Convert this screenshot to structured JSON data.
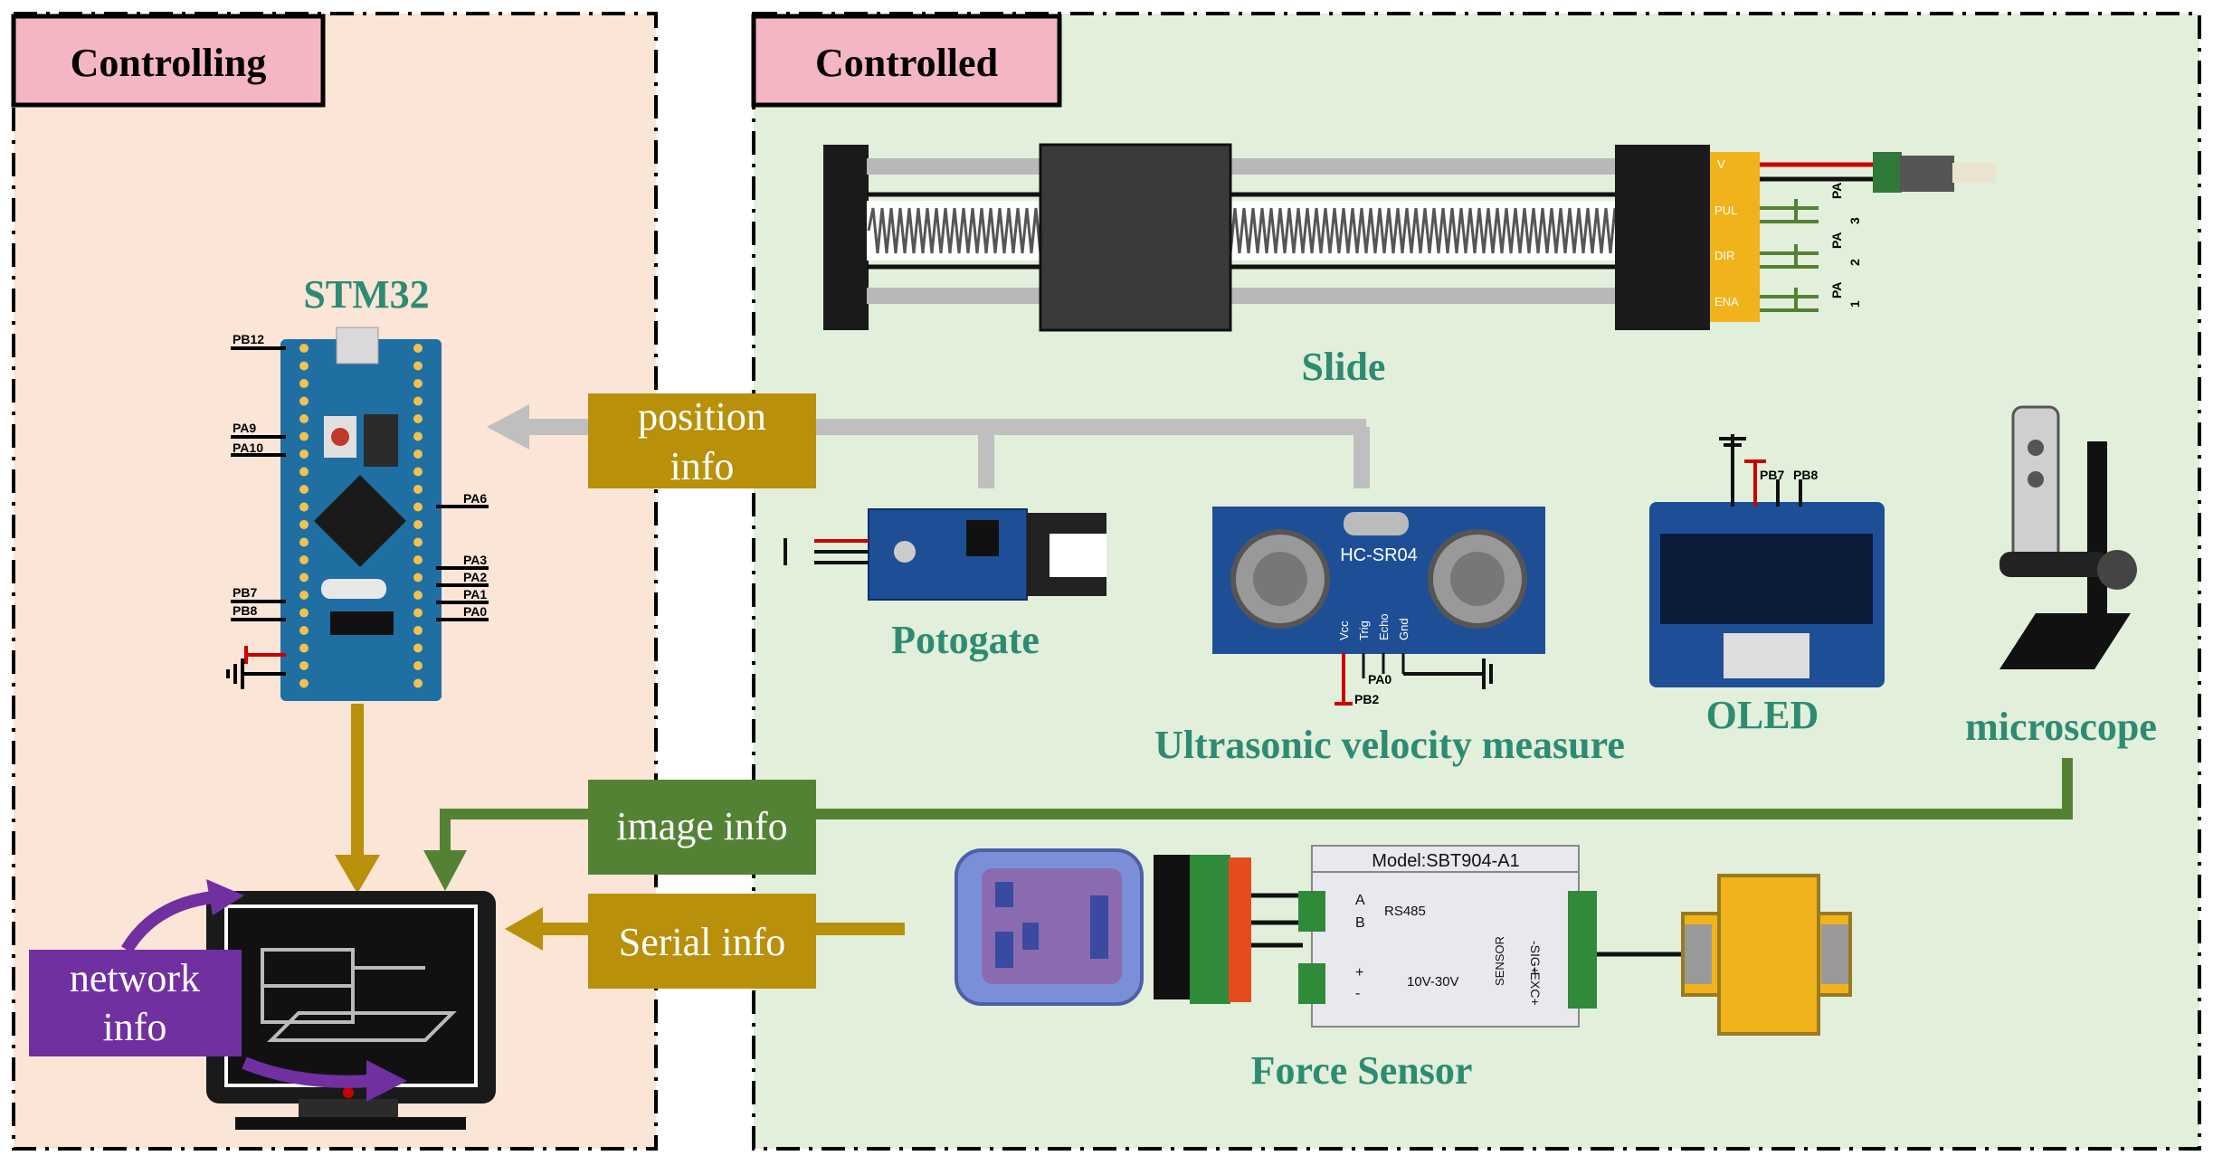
{
  "panels": {
    "controlling": {
      "title": "Controlling",
      "bg": "#fbe5d6"
    },
    "controlled": {
      "title": "Controlled",
      "bg": "#e2efda"
    }
  },
  "colors": {
    "tag_bg": "#f4b6c2",
    "label_teal": "#2e8b73",
    "gold": "#b8900a",
    "green": "#548235",
    "gray": "#bfbfbf",
    "purple": "#7030a0"
  },
  "components": {
    "stm32": {
      "label": "STM32"
    },
    "slide": {
      "label": "Slide"
    },
    "potogate": {
      "label": "Potogate"
    },
    "ultrasonic": {
      "label": "Ultrasonic velocity measure",
      "chip": "HC-SR04"
    },
    "oled": {
      "label": "OLED"
    },
    "microscope": {
      "label": "microscope"
    },
    "force_sensor": {
      "label": "Force Sensor",
      "model": "Model:SBT904-A1",
      "rs485": "RS485",
      "voltage": "10V-30V",
      "sensor": "SENSOR",
      "a": "A",
      "b": "B",
      "plus": "+",
      "minus": "-",
      "sig": "-SIG+",
      "exc": "-EXC+"
    }
  },
  "info_boxes": {
    "position": {
      "line1": "position",
      "line2": "info"
    },
    "image": {
      "text": "image info"
    },
    "serial": {
      "text": "Serial info"
    },
    "network": {
      "line1": "network",
      "line2": "info"
    }
  },
  "pins": {
    "stm_left": [
      "PB12",
      "PA9",
      "PA10",
      "PB7",
      "PB8"
    ],
    "stm_right": [
      "PA6",
      "PA3",
      "PA2",
      "PA1",
      "PA0"
    ],
    "slide_driver": [
      "V",
      "PUL",
      "DIR",
      "ENA"
    ],
    "slide_pa": [
      "PA",
      "3",
      "PA",
      "2",
      "PA",
      "1"
    ],
    "oled": [
      "PB7",
      "PB8"
    ],
    "ultra": [
      "PA0",
      "PB2"
    ],
    "ultra_pins": [
      "Vcc",
      "Trig",
      "Echo",
      "Gnd"
    ]
  }
}
